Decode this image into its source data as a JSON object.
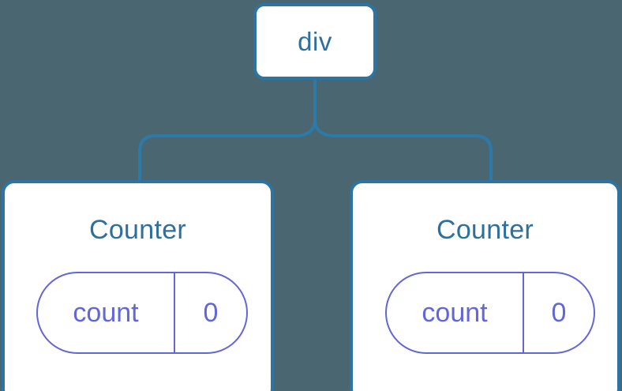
{
  "diagram": {
    "type": "component-tree",
    "background_color": "#4a6670",
    "node_border_color": "#2d74a3",
    "node_text_color": "#2d6f9e",
    "connector_color": "#2d7aa8",
    "state_accent_color": "#6366d8",
    "root": {
      "label": "div"
    },
    "children": [
      {
        "title": "Counter",
        "state": {
          "key": "count",
          "value": "0"
        }
      },
      {
        "title": "Counter",
        "state": {
          "key": "count",
          "value": "0"
        }
      }
    ]
  }
}
